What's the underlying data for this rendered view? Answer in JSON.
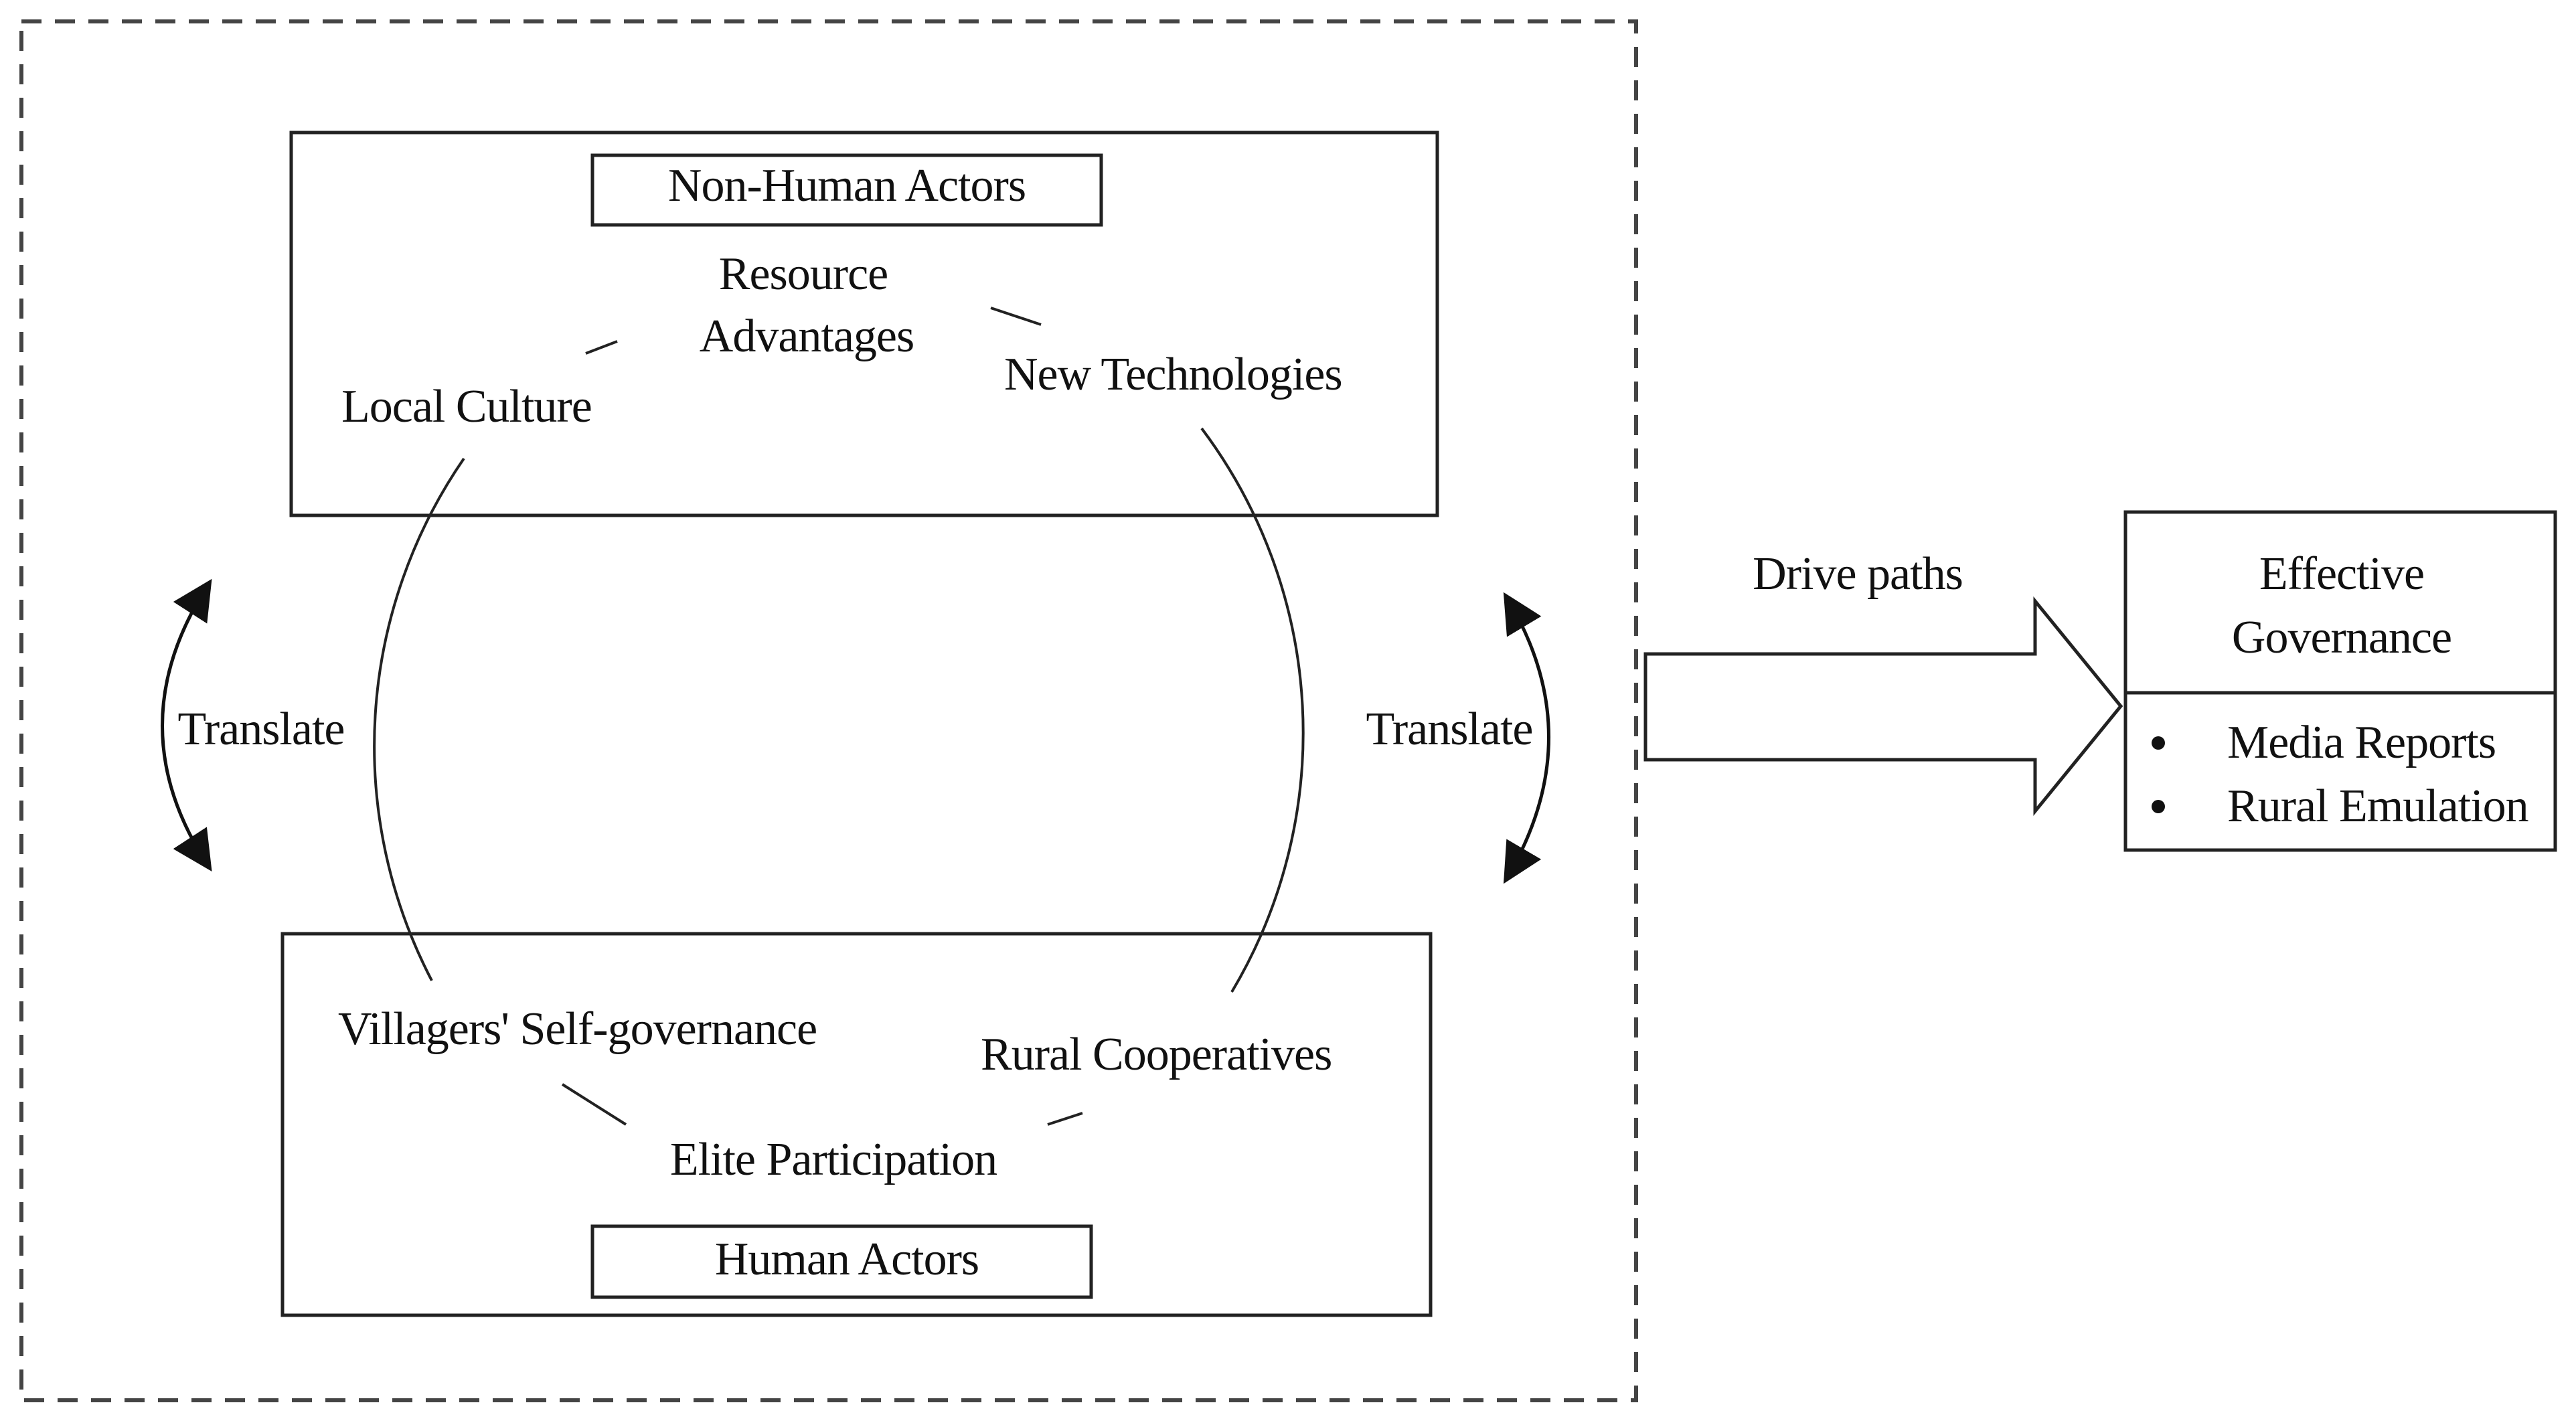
{
  "diagram": {
    "non_human_box": {
      "title": "Non-Human Actors",
      "items": {
        "resource_line1": "Resource",
        "resource_line2": "Advantages",
        "new_technologies": "New Technologies",
        "local_culture": "Local Culture"
      }
    },
    "human_box": {
      "title": "Human Actors",
      "items": {
        "villagers_self_governance": "Villagers' Self-governance",
        "rural_cooperatives": "Rural Cooperatives",
        "elite_participation": "Elite Participation"
      }
    },
    "translate_left": "Translate",
    "translate_right": "Translate",
    "drive_paths": "Drive paths",
    "outcome": {
      "title_line1": "Effective",
      "title_line2": "Governance",
      "bullets": [
        "Media Reports",
        "Rural Emulation"
      ]
    },
    "colors": {
      "stroke": "#222222",
      "background": "#ffffff"
    }
  }
}
